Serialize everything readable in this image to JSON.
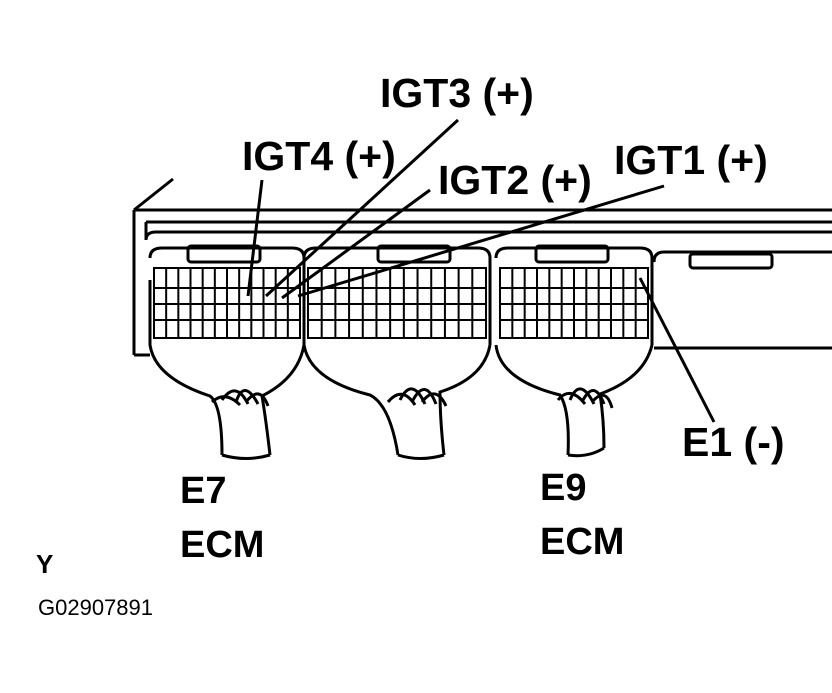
{
  "labels": {
    "igt3": "IGT3 (+)",
    "igt4": "IGT4 (+)",
    "igt2": "IGT2 (+)",
    "igt1": "IGT1 (+)",
    "e1": "E1 (-)",
    "e7": "E7",
    "e7_ecm": "ECM",
    "e9": "E9",
    "e9_ecm": "ECM",
    "y": "Y",
    "code": "G02907891"
  },
  "colors": {
    "line": "#000000",
    "background": "#ffffff"
  }
}
